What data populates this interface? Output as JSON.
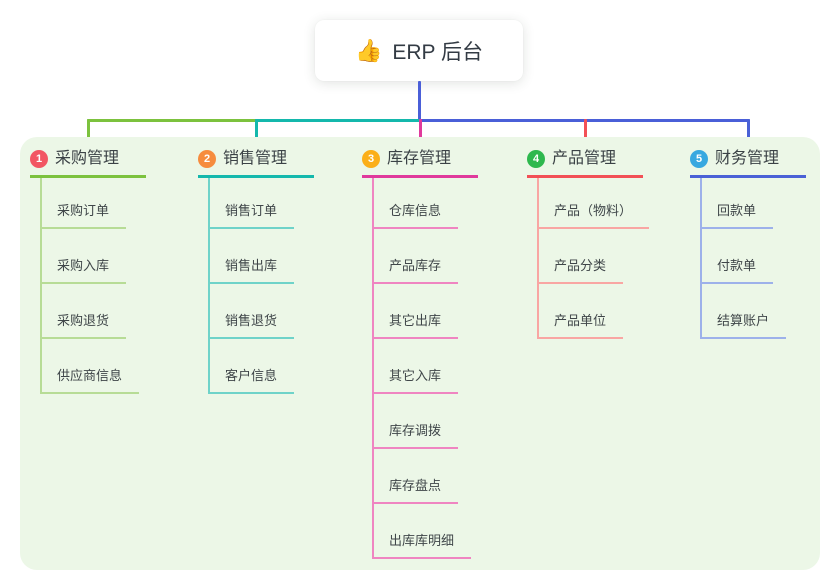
{
  "root": {
    "label": "ERP 后台",
    "icon": "thumbs-up-icon"
  },
  "colors": {
    "panel_bg": "#ecf7e7",
    "root_connector": "#4a5fd8",
    "text_dark": "#3b4246"
  },
  "branches": [
    {
      "badge": "1",
      "title": "采购管理",
      "color": "#7cc23e",
      "sub_color": "#b7dc96",
      "badge_color": "#f25663",
      "items": [
        "采购订单",
        "采购入库",
        "采购退货",
        "供应商信息"
      ]
    },
    {
      "badge": "2",
      "title": "销售管理",
      "color": "#14b8ac",
      "sub_color": "#6fd3c9",
      "badge_color": "#f68c3e",
      "items": [
        "销售订单",
        "销售出库",
        "销售退货",
        "客户信息"
      ]
    },
    {
      "badge": "3",
      "title": "库存管理",
      "color": "#e03a9c",
      "sub_color": "#ef85c1",
      "badge_color": "#fbaf19",
      "items": [
        "仓库信息",
        "产品库存",
        "其它出库",
        "其它入库",
        "库存调拨",
        "库存盘点",
        "出库库明细"
      ]
    },
    {
      "badge": "4",
      "title": "产品管理",
      "color": "#f25056",
      "sub_color": "#f9a6a3",
      "badge_color": "#2eb84e",
      "items": [
        "产品（物料）",
        "产品分类",
        "产品单位"
      ]
    },
    {
      "badge": "5",
      "title": "财务管理",
      "color": "#4a61d6",
      "sub_color": "#9db1ea",
      "badge_color": "#38a8e0",
      "items": [
        "回款单",
        "付款单",
        "结算账户"
      ]
    }
  ]
}
